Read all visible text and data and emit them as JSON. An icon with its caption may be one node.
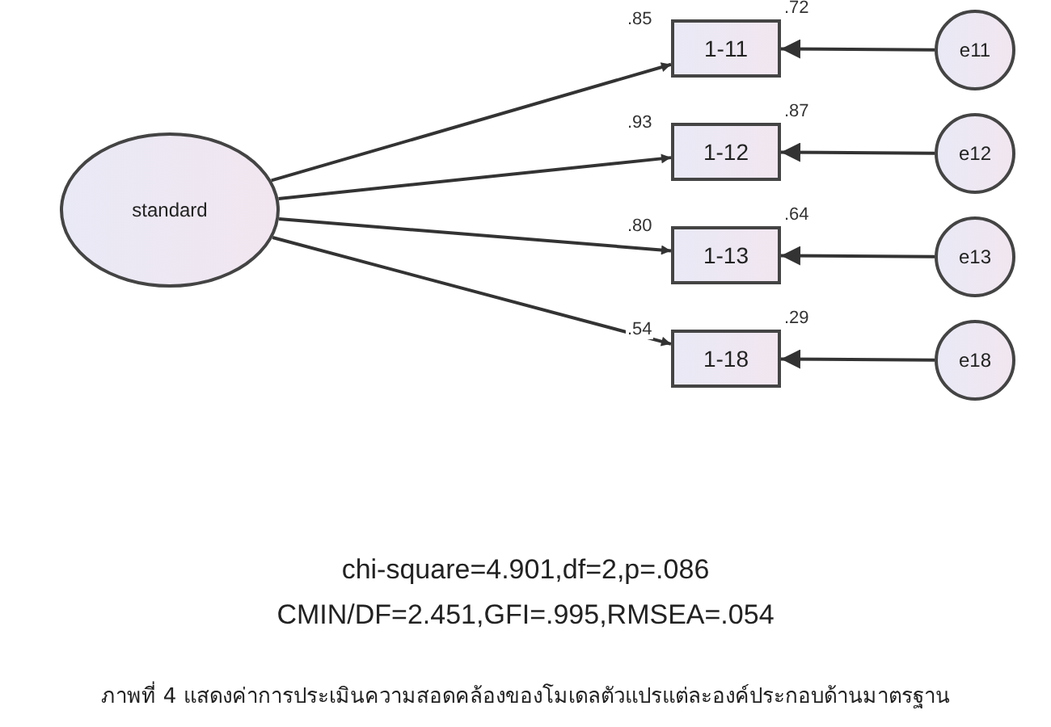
{
  "diagram": {
    "caption": "ภาพที่ 4 แสดงค่าการประเมินความสอดคล้องของโมเดลตัวแปรแต่ละองค์ประกอบด้านมาตรฐาน",
    "nodes": [
      {
        "text": [
          "standard"
        ]
      },
      {
        "text": [
          "1-11"
        ],
        "beside": [
          ".72"
        ]
      },
      {
        "text": [
          "1-12"
        ],
        "beside": [
          ".87"
        ]
      },
      {
        "text": [
          "1-13"
        ],
        "beside": [
          ".64"
        ]
      },
      {
        "text": [
          "1-18"
        ],
        "beside": [
          ".29"
        ]
      },
      {
        "text": [
          "e11"
        ]
      },
      {
        "text": [
          "e12"
        ]
      },
      {
        "text": [
          "e13"
        ]
      },
      {
        "text": [
          "e18"
        ]
      }
    ],
    "edges": [
      {
        "from": 0,
        "to": 1,
        "arrow": "to",
        "label": ".85"
      },
      {
        "from": 0,
        "to": 2,
        "arrow": "to",
        "label": ".93"
      },
      {
        "from": 0,
        "to": 3,
        "arrow": "to",
        "label": ".80"
      },
      {
        "from": 0,
        "to": 4,
        "arrow": "to",
        "label": ".54"
      },
      {
        "from": 5,
        "to": 1,
        "arrow": "to"
      },
      {
        "from": 6,
        "to": 2,
        "arrow": "to"
      },
      {
        "from": 7,
        "to": 3,
        "arrow": "to"
      },
      {
        "from": 8,
        "to": 4,
        "arrow": "to"
      }
    ],
    "labels": [
      "chi-square=4.901,df=2,p=.086",
      "CMIN/DF=2.451,GFI=.995,RMSEA=.054"
    ]
  }
}
